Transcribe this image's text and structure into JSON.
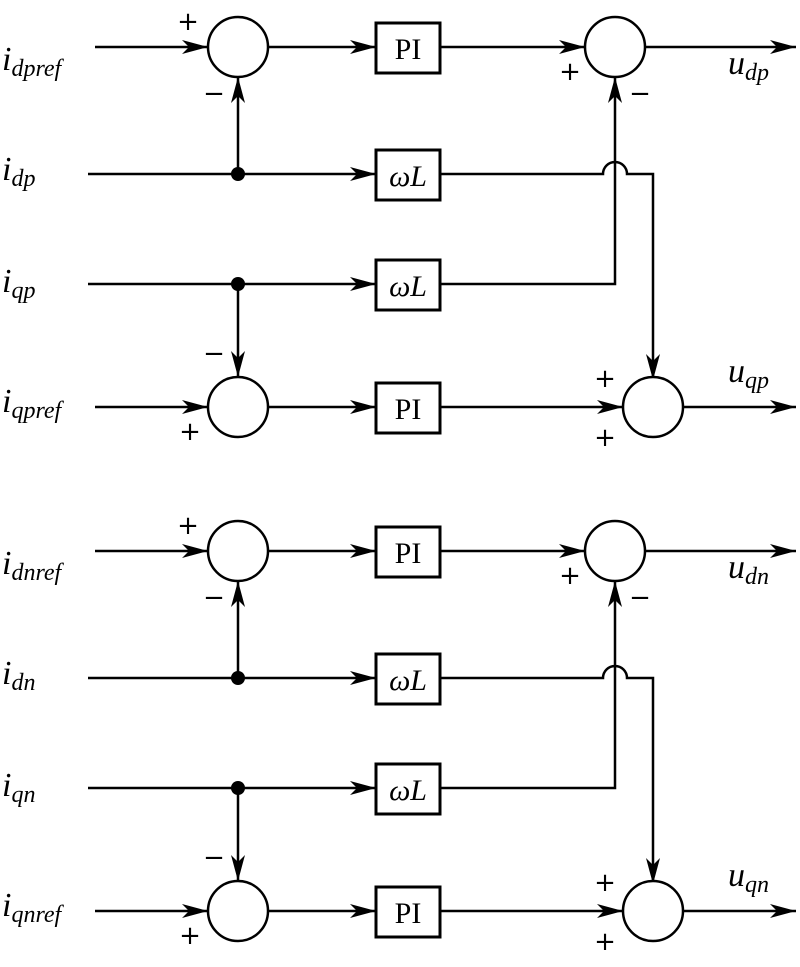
{
  "blocks": {
    "pi": "PI",
    "omega": "ω",
    "l": "L"
  },
  "signs": {
    "plus": "+",
    "minus": "−"
  },
  "sections": [
    {
      "inputs": [
        {
          "main": "i",
          "sub": "dpref"
        },
        {
          "main": "i",
          "sub": "dp"
        },
        {
          "main": "i",
          "sub": "qp"
        },
        {
          "main": "i",
          "sub": "qpref"
        }
      ],
      "outputs": [
        {
          "main": "u",
          "sub": "dp"
        },
        {
          "main": "u",
          "sub": "qp"
        }
      ]
    },
    {
      "inputs": [
        {
          "main": "i",
          "sub": "dnref"
        },
        {
          "main": "i",
          "sub": "dn"
        },
        {
          "main": "i",
          "sub": "qn"
        },
        {
          "main": "i",
          "sub": "qnref"
        }
      ],
      "outputs": [
        {
          "main": "u",
          "sub": "dn"
        },
        {
          "main": "u",
          "sub": "qn"
        }
      ]
    }
  ]
}
